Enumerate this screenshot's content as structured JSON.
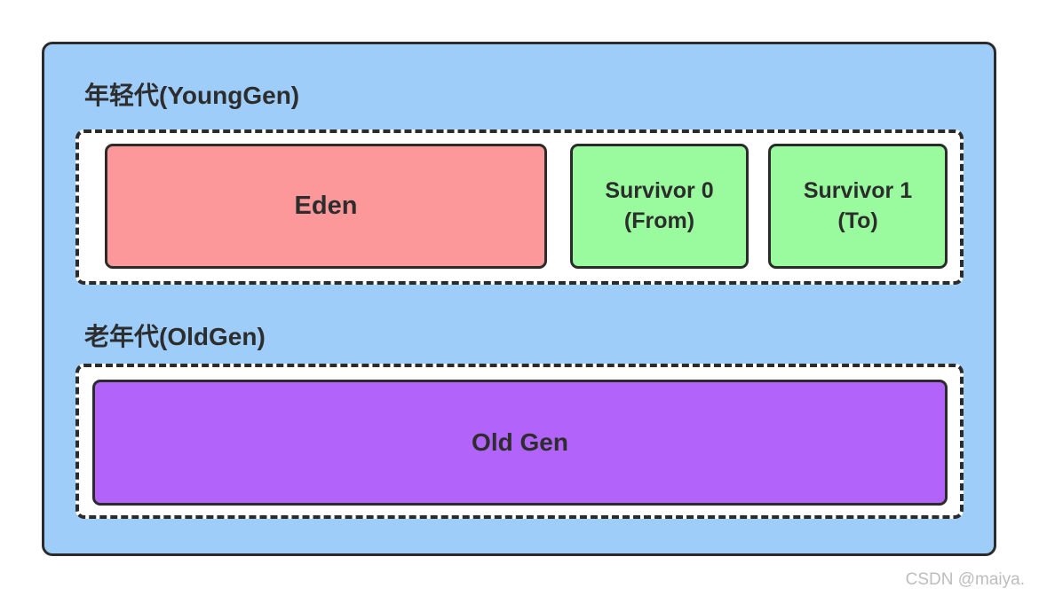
{
  "colors": {
    "heap_background": "#9DCDF8",
    "border": "#2B2B2B",
    "region_background": "#FFFFFF",
    "eden_background": "#FC9899",
    "survivor_background": "#99FB9D",
    "old_gen_background": "#B163FA",
    "label_text": "#2D2D2D",
    "watermark_text": "#BDBDBD"
  },
  "young_gen": {
    "title": "年轻代(YoungGen)",
    "eden": {
      "label": "Eden"
    },
    "survivor0": {
      "line1": "Survivor 0",
      "line2": "(From)"
    },
    "survivor1": {
      "line1": "Survivor 1",
      "line2": "(To)"
    }
  },
  "old_gen": {
    "title": "老年代(OldGen)",
    "old": {
      "label": "Old Gen"
    }
  },
  "watermark": "CSDN @maiya."
}
